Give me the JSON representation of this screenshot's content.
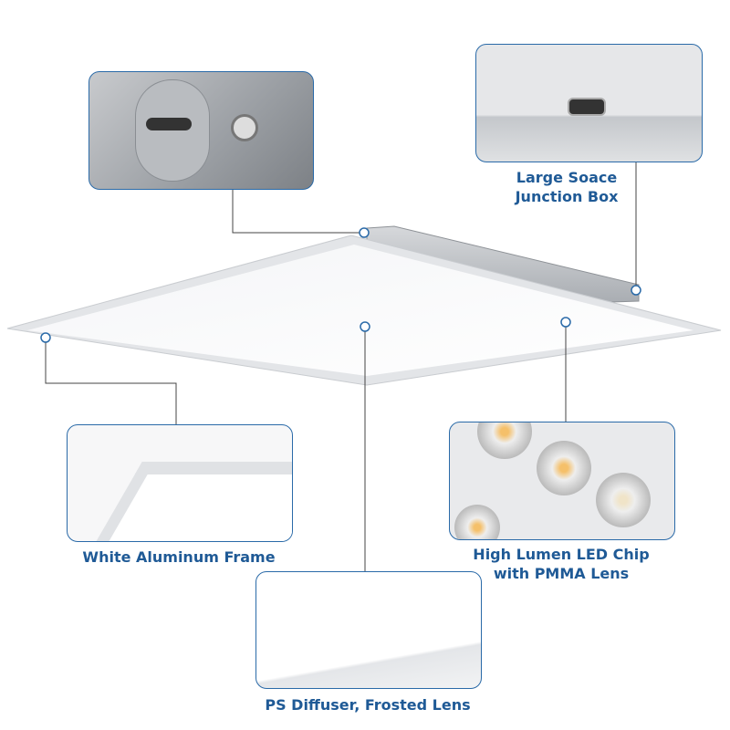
{
  "features": [
    {
      "id": "mounting",
      "label": ""
    },
    {
      "id": "junction_box",
      "label_line1": "Large Soace",
      "label_line2": "Junction Box"
    },
    {
      "id": "frame",
      "label": "White Aluminum Frame"
    },
    {
      "id": "led_chip",
      "label_line1": "High Lumen LED Chip",
      "label_line2": "with PMMA Lens"
    },
    {
      "id": "diffuser",
      "label": "PS Diffuser, Frosted Lens"
    }
  ],
  "colors": {
    "accent": "#1f5a96",
    "line": "#444444",
    "border": "#2a6aa8"
  }
}
